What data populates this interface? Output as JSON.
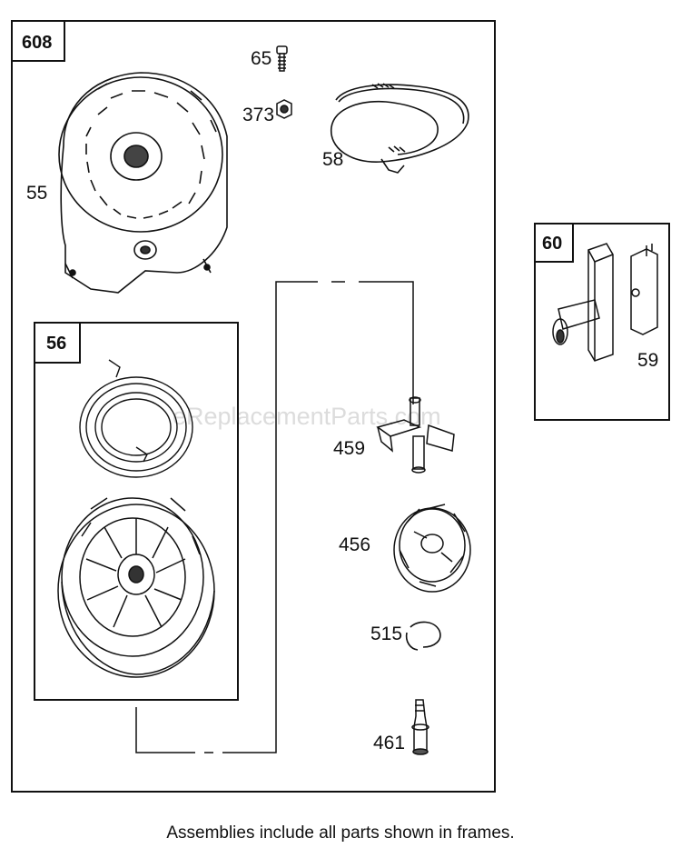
{
  "frames": {
    "main": "608",
    "starter_pulley": "56",
    "side": "60"
  },
  "parts": {
    "p55": "55",
    "p65": "65",
    "p373": "373",
    "p58": "58",
    "p459": "459",
    "p456": "456",
    "p515": "515",
    "p461": "461",
    "p59": "59"
  },
  "watermark": "eReplacementParts.com",
  "caption": "Assemblies include all parts shown in frames."
}
